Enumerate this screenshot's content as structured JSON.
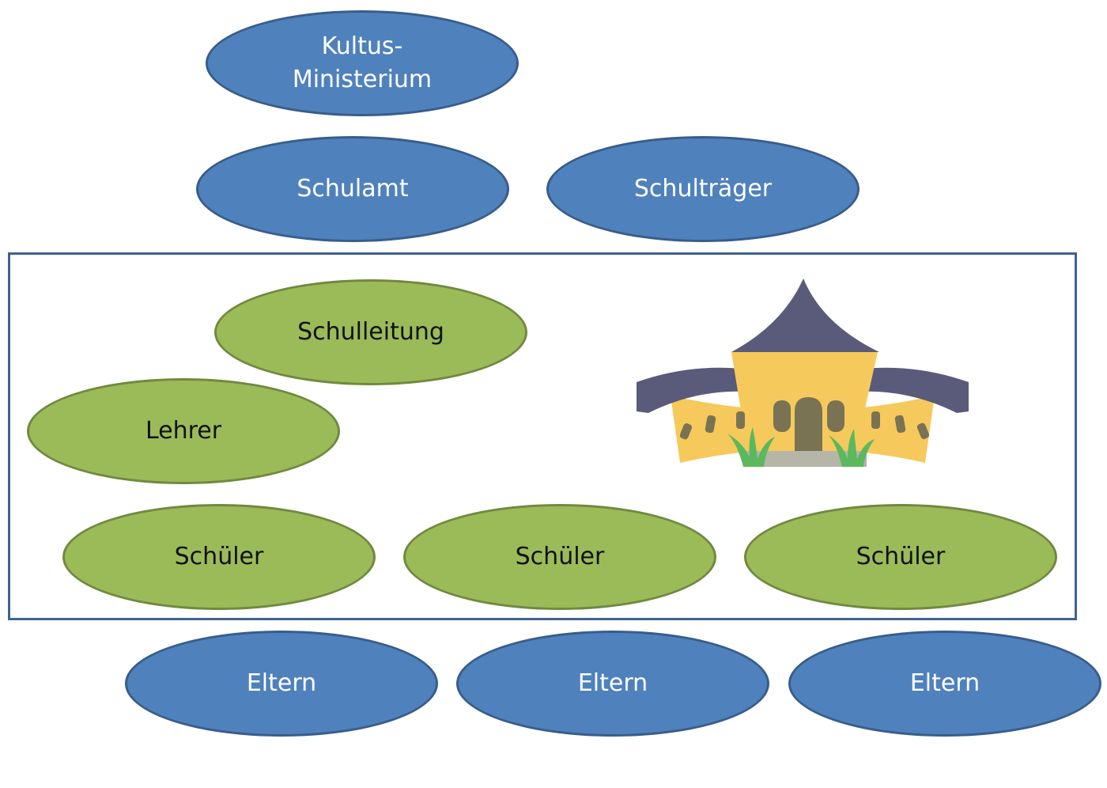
{
  "authorities": {
    "ministry": "Kultus-\nMinisterium",
    "school_office": "Schulamt",
    "school_sponsor": "Schulträger"
  },
  "school": {
    "leadership": "Schulleitung",
    "teachers": "Lehrer",
    "students": [
      "Schüler",
      "Schüler",
      "Schüler"
    ]
  },
  "parents": [
    "Eltern",
    "Eltern",
    "Eltern"
  ],
  "colors": {
    "blue_fill": "#4f81bd",
    "green_fill": "#9bbb59",
    "frame_border": "#41628f",
    "roof": "#5a5a7a",
    "building": "#f6c95c"
  },
  "icons": {
    "school_building": "school-building-icon"
  }
}
